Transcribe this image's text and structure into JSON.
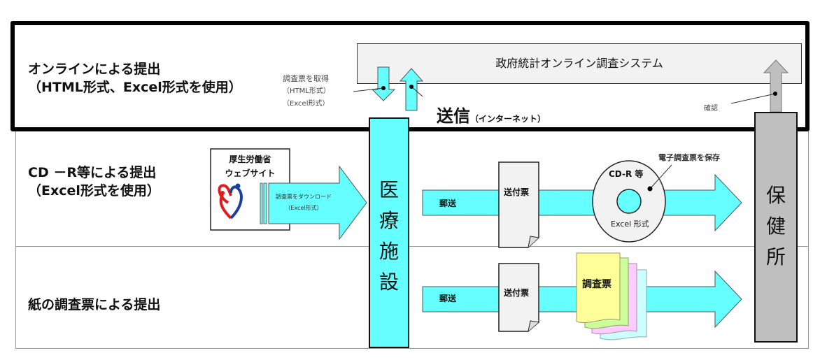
{
  "lanes": {
    "online": {
      "title": "オンラインによる提出",
      "subtitle": "（HTML形式、Excel形式を使用）"
    },
    "cdr": {
      "title": "CD －R等による提出",
      "subtitle": "（Excel形式を使用）"
    },
    "paper": {
      "title": "紙の調査票による提出"
    }
  },
  "online_system": {
    "label": "政府統計オンライン調査システム",
    "download_note": [
      "調査票を取得",
      "（HTML形式）",
      "（Excel形式）"
    ],
    "send_label": "送信",
    "send_sub": "（インターネット）",
    "confirm_label": "確認"
  },
  "facility": {
    "label_chars": [
      "医",
      "療",
      "施",
      "設"
    ]
  },
  "health_center": {
    "label_chars": [
      "保",
      "健",
      "所"
    ]
  },
  "website": {
    "title_line1": "厚生労働省",
    "title_line2": "ウェブサイト",
    "download_line1": "調査票をダウンロード",
    "download_line2": "（Excel形式）"
  },
  "cdr_flow": {
    "mail_label": "郵送",
    "slip_label": "送付票",
    "disc_top": "CD-R 等",
    "disc_bottom": "Excel 形式",
    "disc_note": "電子調査票を保存"
  },
  "paper_flow": {
    "mail_label": "郵送",
    "slip_label": "送付票",
    "form_label": "調査票"
  },
  "colors": {
    "cyan": "#66ffff",
    "gray": "#bfbfbf",
    "paper_yellow": "#ffff99",
    "paper_green": "#ccff99",
    "paper_pink": "#ffccff",
    "paper_lightcyan": "#ccffff"
  }
}
